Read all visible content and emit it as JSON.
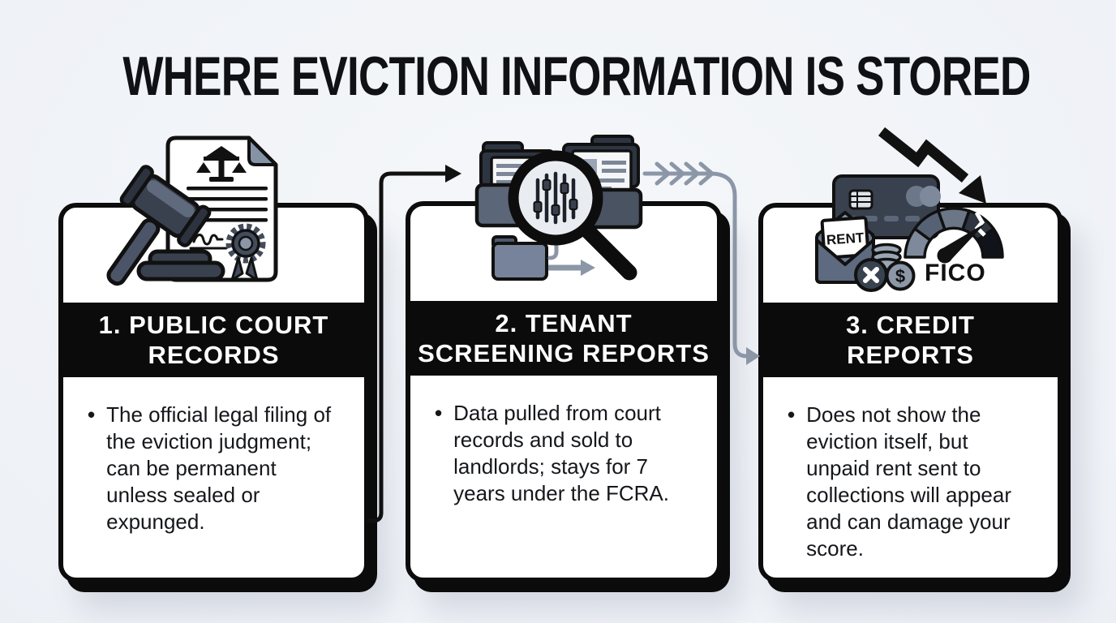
{
  "title": "WHERE EVICTION INFORMATION IS STORED",
  "colors": {
    "background": "#eef1f6",
    "card_background": "#ffffff",
    "outline_black": "#0c0c0c",
    "band_background": "#0b0b0b",
    "band_text": "#ffffff",
    "body_text": "#15171b",
    "flow_arrow_gray": "#8b96a6",
    "slate_dark": "#343c49",
    "slate_mid": "#5d687a",
    "slate_light": "#8c97a8"
  },
  "cards": [
    {
      "id": "public-court-records",
      "icon": "gavel-and-court-document-icon",
      "heading_line1": "1. PUBLIC COURT",
      "heading_line2": "RECORDS",
      "bullet_char": "•",
      "body": "The official legal filing of the eviction judgment; can be permanent unless sealed or expunged."
    },
    {
      "id": "tenant-screening-reports",
      "icon": "folders-and-magnifier-search-icon",
      "heading_line1": "2. TENANT",
      "heading_line2": "SCREENING REPORTS",
      "bullet_char": "•",
      "body": "Data pulled from court records and sold to landlords; stays for 7 years under the FCRA."
    },
    {
      "id": "credit-reports",
      "icon": "credit-card-fico-score-drop-icon",
      "bullet_char": "•",
      "heading_line1": "3. CREDIT",
      "heading_line2": "REPORTS",
      "body": "Does not show the eviction itself, but unpaid rent sent to collections will appear and can damage your score."
    }
  ],
  "icon_text": {
    "rent_label": "RENT",
    "fico_label": "FICO",
    "dollar_sign": "$"
  }
}
